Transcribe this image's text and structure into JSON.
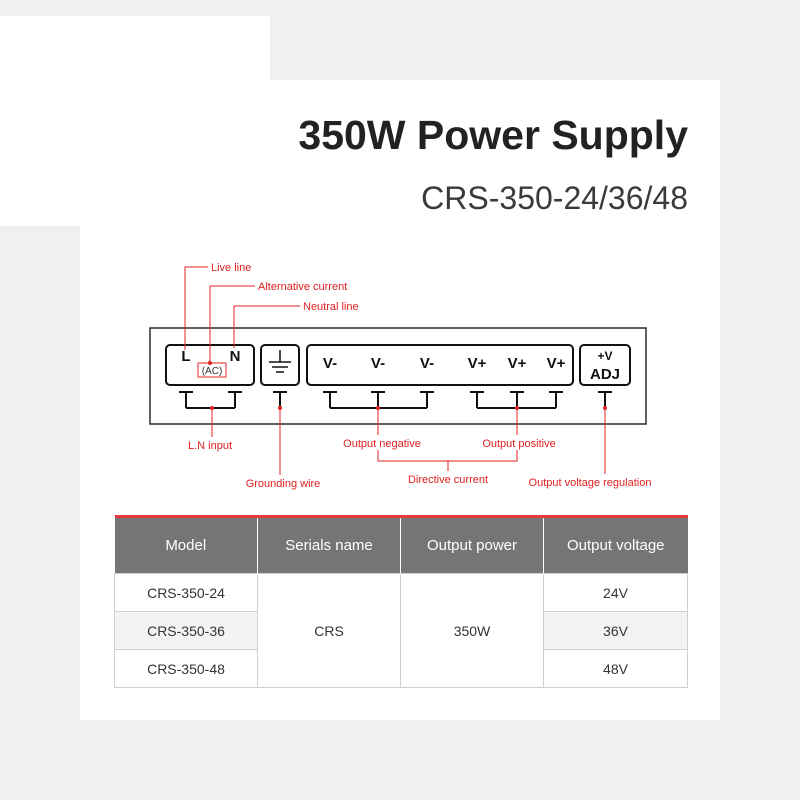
{
  "header": {
    "title": "350W Power Supply",
    "subtitle": "CRS-350-24/36/48"
  },
  "terminals": {
    "live": "L",
    "neutral": "N",
    "ac": "(AC)",
    "v_minus": "V-",
    "v_plus": "V+",
    "adj_top": "+V",
    "adj_bottom": "ADJ"
  },
  "labels": {
    "live_line": "Live line",
    "alternative_current": "Alternative current",
    "neutral_line": "Neutral line",
    "ln_input": "L.N input",
    "grounding_wire": "Grounding wire",
    "output_negative": "Output negative",
    "output_positive": "Output positive",
    "directive_current": "Directive current",
    "output_voltage_regulation": "Output voltage regulation"
  },
  "colors": {
    "accent": "#e02020",
    "table_header": "#757575",
    "table_top_border": "#e4393c"
  },
  "icons": [
    "ground-icon"
  ],
  "table": {
    "headers": [
      "Model",
      "Serials name",
      "Output power",
      "Output voltage"
    ],
    "models": [
      "CRS-350-24",
      "CRS-350-36",
      "CRS-350-48"
    ],
    "series_name": "CRS",
    "output_power": "350W",
    "voltages": [
      "24V",
      "36V",
      "48V"
    ]
  }
}
